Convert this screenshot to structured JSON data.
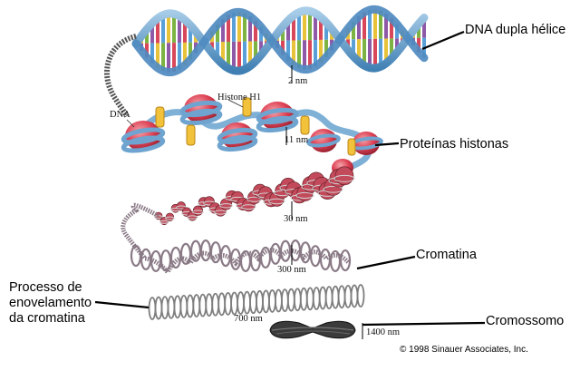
{
  "labels": {
    "dna_double_helix": "DNA dupla hélice",
    "histone_proteins": "Proteínas histonas",
    "chromatin": "Cromatina",
    "chromosome": "Cromossomo",
    "coiling_process_line1": "Processo de",
    "coiling_process_line2": "enovelamento",
    "coiling_process_line3": "da cromatina"
  },
  "annotations": {
    "dna": "DNA",
    "histone_h1": "Histone H1",
    "nm2": "2 nm",
    "nm11": "11 nm",
    "nm30": "30 nm",
    "nm300": "300 nm",
    "nm700": "700 nm",
    "nm1400": "1400 nm"
  },
  "copyright": "© 1998 Sinauer Associates, Inc.",
  "colors": {
    "helix_backbone": "#5b93c2",
    "helix_backbone_light": "#9cc3e2",
    "histone_red": "#d9384a",
    "histone_pink": "#e8868f",
    "linker_yellow": "#f2c23a",
    "chromatin_gray": "#8a8a8a",
    "chromosome_dark": "#333333"
  }
}
